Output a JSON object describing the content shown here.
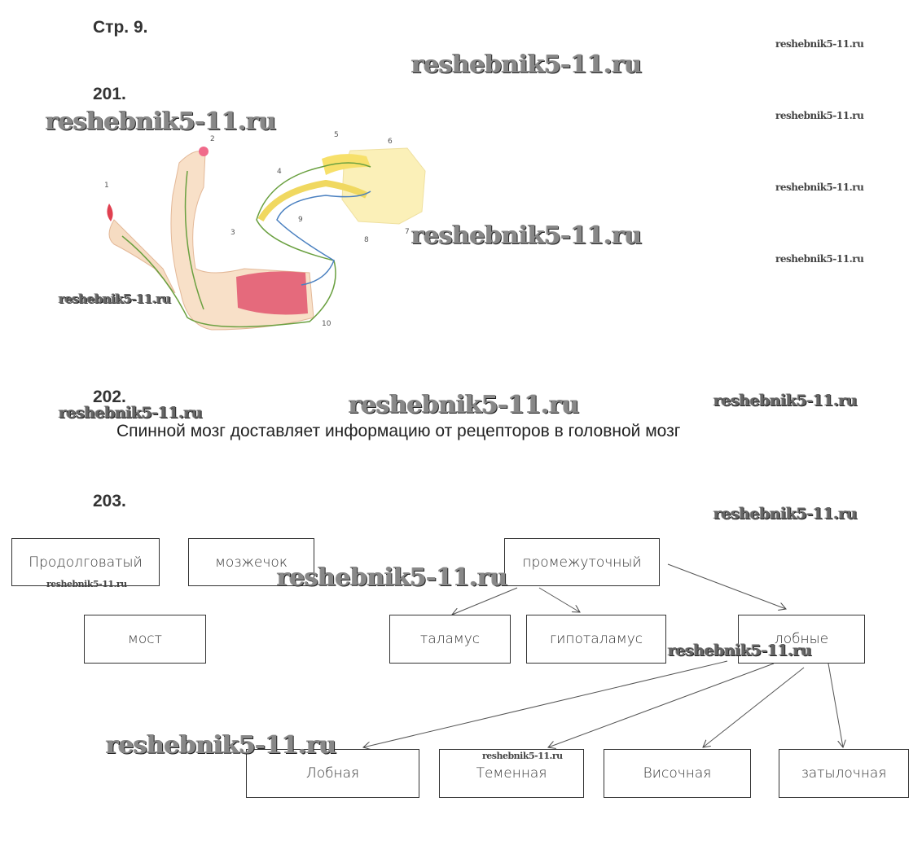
{
  "page_header": "Стр. 9.",
  "tasks": {
    "t201": {
      "number": "201."
    },
    "t202": {
      "number": "202.",
      "answer": "Спинной мозг доставляет информацию от рецепторов в головной мозг"
    },
    "t203": {
      "number": "203."
    }
  },
  "figure_labels": [
    "1",
    "2",
    "3",
    "4",
    "5",
    "6",
    "7",
    "8",
    "9",
    "10"
  ],
  "diagram": {
    "boxes": [
      "Продолговатый",
      "мозжечок",
      "промежуточный",
      "мост",
      "таламус",
      "гипоталамус",
      "лобные",
      "Лобная",
      "Теменная",
      "Височная",
      "затылочная"
    ]
  },
  "watermark": "reshebnik5-11.ru"
}
